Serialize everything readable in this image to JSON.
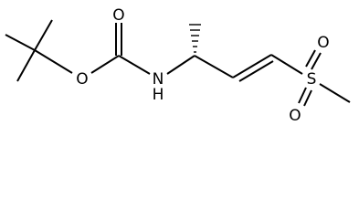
{
  "molecule": {
    "atoms": {
      "carbonyl_oxygen": "O",
      "ester_oxygen": "O",
      "amine": "N",
      "amine_h": "H",
      "sulfur": "S",
      "sulfonyl_oxygen_top": "O",
      "sulfonyl_oxygen_bottom": "O"
    },
    "colors": {
      "bond": "#000000",
      "label": "#000000",
      "background": "#ffffff"
    }
  }
}
